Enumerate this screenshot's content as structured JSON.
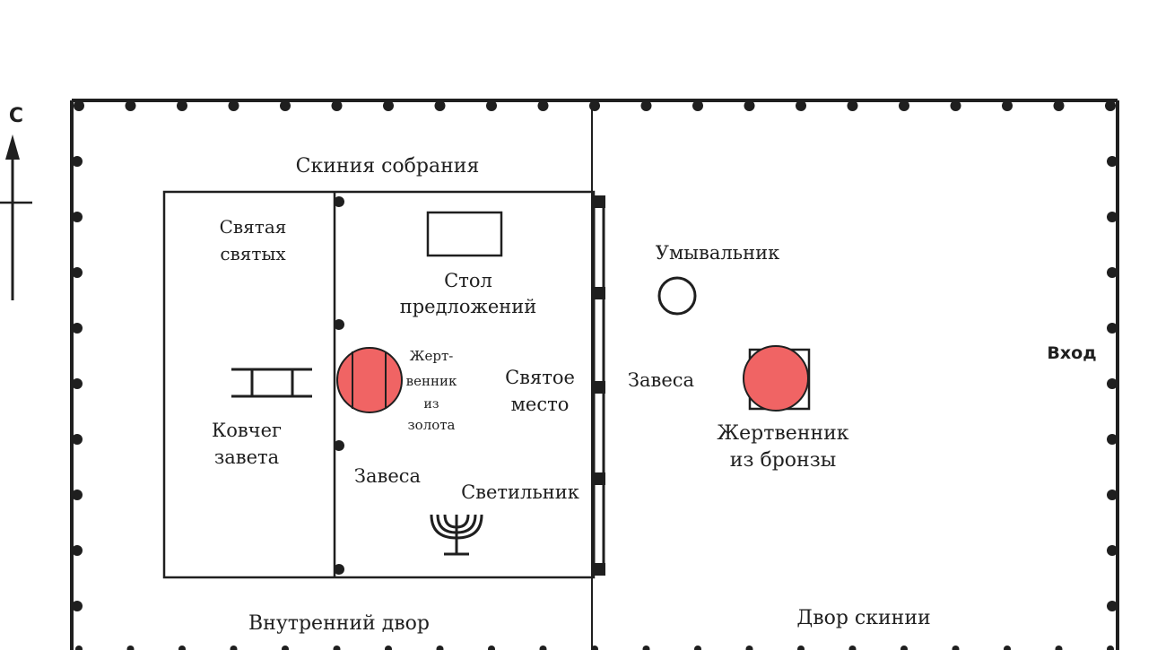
{
  "compass": {
    "north_label": "С"
  },
  "labels": {
    "tabernacle": "Скиния собрания",
    "holy_of_holies": [
      "Святая",
      "святых"
    ],
    "table": [
      "Стол",
      "предложений"
    ],
    "gold_altar": [
      "Жерт-",
      "венник",
      "из",
      "золота"
    ],
    "holy_place": [
      "Святое",
      "место"
    ],
    "ark": [
      "Ковчег",
      "завета"
    ],
    "veil_inner": "Завеса",
    "lampstand": "Светильник",
    "veil_outer": "Завеса",
    "laver": "Умывальник",
    "bronze_altar": [
      "Жертвенник",
      "из бронзы"
    ],
    "entrance": "Вход",
    "inner_court": "Внутренний двор",
    "tabernacle_court": "Двор скинии"
  },
  "colors": {
    "ink": "#1f1f1f",
    "highlight": "#f06464",
    "background": "#ffffff"
  }
}
